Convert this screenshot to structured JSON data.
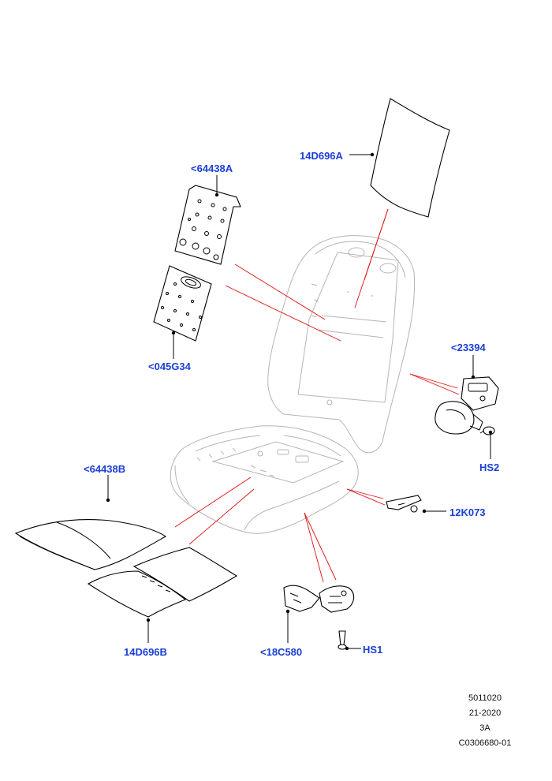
{
  "callouts": {
    "headrest_pad_top": "14D696A",
    "back_panel_upper": "<64438A",
    "back_panel_lower": "<045G34",
    "recliner_motor": "<23394",
    "screw_hs2": "HS2",
    "cushion_panel_upper": "<64438B",
    "cushion_pad": "14D696B",
    "clip_12k073": "12K073",
    "harness_18c580": "<18C580",
    "screw_hs1": "HS1"
  },
  "meta": {
    "line1": "5011020",
    "line2": "21-2020",
    "line3": "3A",
    "line4": "C0306680-01"
  },
  "colors": {
    "callout": "#1a3fd6",
    "pointer_line": "#e01010",
    "seat_outline": "#b5b5b5"
  }
}
